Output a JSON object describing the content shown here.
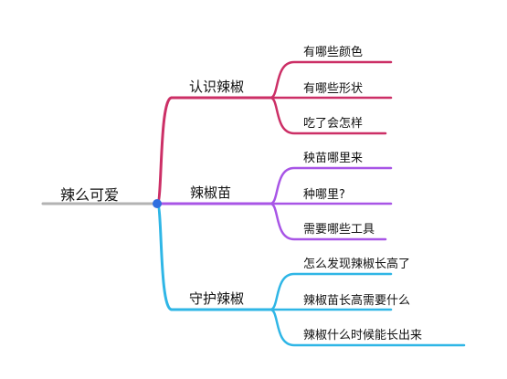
{
  "root": {
    "label": "辣么可爱",
    "line_color": "#b3b3b3",
    "dot_color": "#2f6fe0"
  },
  "branches": [
    {
      "label": "认识辣椒",
      "color": "#cc2f66",
      "leaves": [
        "有哪些颜色",
        "有哪些形状",
        "吃了会怎样"
      ]
    },
    {
      "label": "辣椒苗",
      "color": "#a855e6",
      "leaves": [
        "秧苗哪里来",
        "种哪里?",
        "需要哪些工具"
      ]
    },
    {
      "label": "守护辣椒",
      "color": "#2fb6e6",
      "leaves": [
        "怎么发现辣椒长高了",
        "辣椒苗长高需要什么",
        "辣椒什么时候能长出来"
      ]
    }
  ]
}
